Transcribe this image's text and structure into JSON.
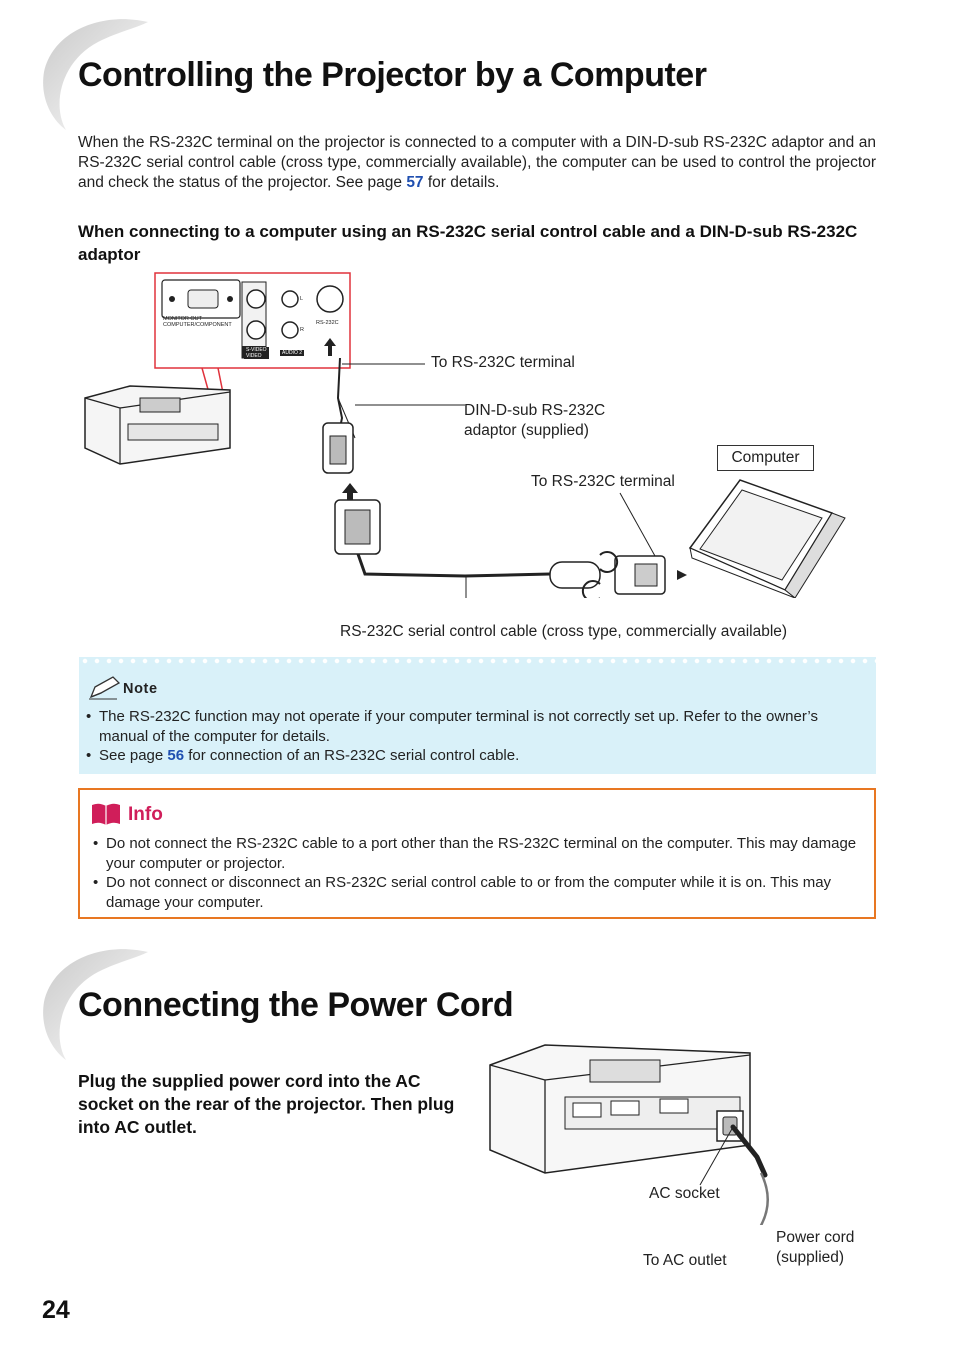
{
  "section1": {
    "title": "Controlling the Projector by a Computer",
    "intro_before": "When the RS-232C terminal on the projector is connected to a computer with a DIN-D-sub RS-232C adaptor and an RS-232C serial control cable (cross type, commercially available), the computer can be used to control the projector and check the status of the projector. See page ",
    "intro_page": "57",
    "intro_after": " for details.",
    "subheading": "When connecting to a computer using an RS-232C serial control cable and a DIN-D-sub RS-232C adaptor"
  },
  "diagram1": {
    "labels": {
      "to_rs232c_terminal_top": "To RS-232C terminal",
      "din_adaptor": "DIN-D-sub RS-232C\nadaptor (supplied)",
      "computer": "Computer",
      "to_rs232c_terminal_pc": "To RS-232C terminal",
      "cable": "RS-232C serial control cable (cross type, commercially available)"
    },
    "panel_labels": {
      "monitor_out": "MONITOR OUT",
      "computer_component": "COMPUTER/COMPONENT",
      "svideo": "S-VIDEO",
      "video": "VIDEO",
      "audio2": "AUDIO 2",
      "rs232c": "RS-232C",
      "l": "L",
      "r": "R"
    }
  },
  "note": {
    "heading": "Note",
    "items": [
      {
        "text": "The RS-232C function may not operate if your computer terminal is not correctly set up. Refer to the owner’s manual of the computer for details."
      },
      {
        "before": "See page ",
        "page": "56",
        "after": " for connection of an RS-232C serial control cable."
      }
    ]
  },
  "info": {
    "heading": "Info",
    "items": [
      "Do not connect the RS-232C cable to a port other than the RS-232C terminal on the computer. This may damage your computer or projector.",
      "Do not connect or disconnect an RS-232C serial control cable to or from the computer while it is on. This may damage your computer."
    ]
  },
  "section2": {
    "title": "Connecting the Power Cord",
    "instruction": "Plug the supplied power cord into the AC socket on the rear of the projector. Then plug into AC outlet."
  },
  "diagram2": {
    "labels": {
      "ac_socket": "AC socket",
      "to_ac_outlet": "To AC outlet",
      "power_cord": "Power cord\n(supplied)"
    }
  },
  "page_number": "24",
  "colors": {
    "link_blue": "#1f4fb0",
    "note_bg": "#d9f1f9",
    "info_border": "#e87722",
    "info_heading": "#d01e5a",
    "callout_red": "#e0323c"
  }
}
